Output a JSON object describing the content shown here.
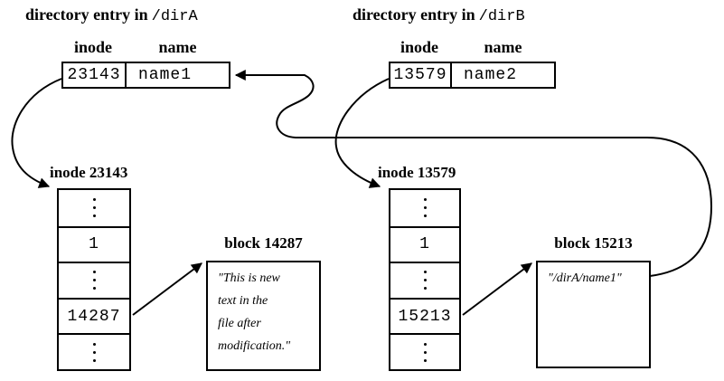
{
  "directory_entries": [
    {
      "title_prefix": "directory entry in",
      "path": "/dirA",
      "headers": {
        "inode": "inode",
        "name": "name"
      },
      "inode_value": "23143",
      "name_value": "name1"
    },
    {
      "title_prefix": "directory entry in",
      "path": "/dirB",
      "headers": {
        "inode": "inode",
        "name": "name"
      },
      "inode_value": "13579",
      "name_value": "name2"
    }
  ],
  "inode_tables": [
    {
      "label": "inode 23143",
      "rows": [
        {
          "dots": true
        },
        {
          "value": "1"
        },
        {
          "dots": true
        },
        {
          "value": "14287"
        },
        {
          "dots": true
        }
      ]
    },
    {
      "label": "inode 13579",
      "rows": [
        {
          "dots": true
        },
        {
          "value": "1"
        },
        {
          "dots": true
        },
        {
          "value": "15213"
        },
        {
          "dots": true
        }
      ]
    }
  ],
  "blocks": [
    {
      "title": "block 14287",
      "lines": [
        "\"This is new",
        "text in the",
        "file after",
        "modification.\""
      ]
    },
    {
      "title": "block 15213",
      "lines": [
        "\"/dirA/name1\""
      ]
    }
  ],
  "colors": {
    "ink": "#000000",
    "background": "#ffffff"
  }
}
